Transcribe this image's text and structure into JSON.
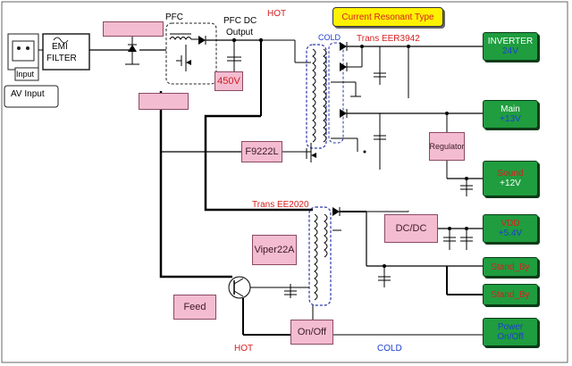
{
  "title_badge": "Current Resonant Type",
  "labels": {
    "pfc": "PFC",
    "pfc_dc_line1": "PFC DC",
    "pfc_dc_line2": "Output",
    "hot_top": "HOT",
    "hot_bottom": "HOT",
    "cold_top": "COLD",
    "cold_bottom": "COLD",
    "trans_main": "Trans EER3942",
    "trans_standby": "Trans EE2020",
    "emi_line1": "EMI",
    "emi_line2": "FILTER",
    "input": "Input",
    "av_input": "AV Input"
  },
  "blocks": {
    "v450": "450V",
    "f9222l": "F9222L",
    "viper22a": "Viper22A",
    "feed": "Feed",
    "onoff": "On/Off",
    "regulator": "Regulator",
    "dcdc": "DC/DC"
  },
  "outputs": [
    {
      "title": "INVERTER",
      "value": "24V",
      "title_color": "#ffffff",
      "value_color": "#1f3fd0"
    },
    {
      "title": "Main",
      "value": "+13V",
      "title_color": "#ffffff",
      "value_color": "#1f3fd0"
    },
    {
      "title": "Sound",
      "value": "+12V",
      "title_color": "#d62020",
      "value_color": "#ffffff"
    },
    {
      "title": "VDD",
      "value": "+5.4V",
      "title_color": "#d62020",
      "value_color": "#1f3fd0"
    },
    {
      "title": "Stand_By",
      "value": "",
      "title_color": "#d62020",
      "value_color": "#ffffff"
    },
    {
      "title": "Stand_By",
      "value": "",
      "title_color": "#d62020",
      "value_color": "#ffffff"
    },
    {
      "title": "Power",
      "value": "On/Off",
      "title_color": "#1f3fd0",
      "value_color": "#1f3fd0"
    }
  ],
  "colors": {
    "hot": "#d62020",
    "cold": "#1f3fd0",
    "wire": "#000000",
    "block_fill": "#f4bcd0",
    "output_fill": "#1f9d3f",
    "badge_fill": "#fff200"
  }
}
